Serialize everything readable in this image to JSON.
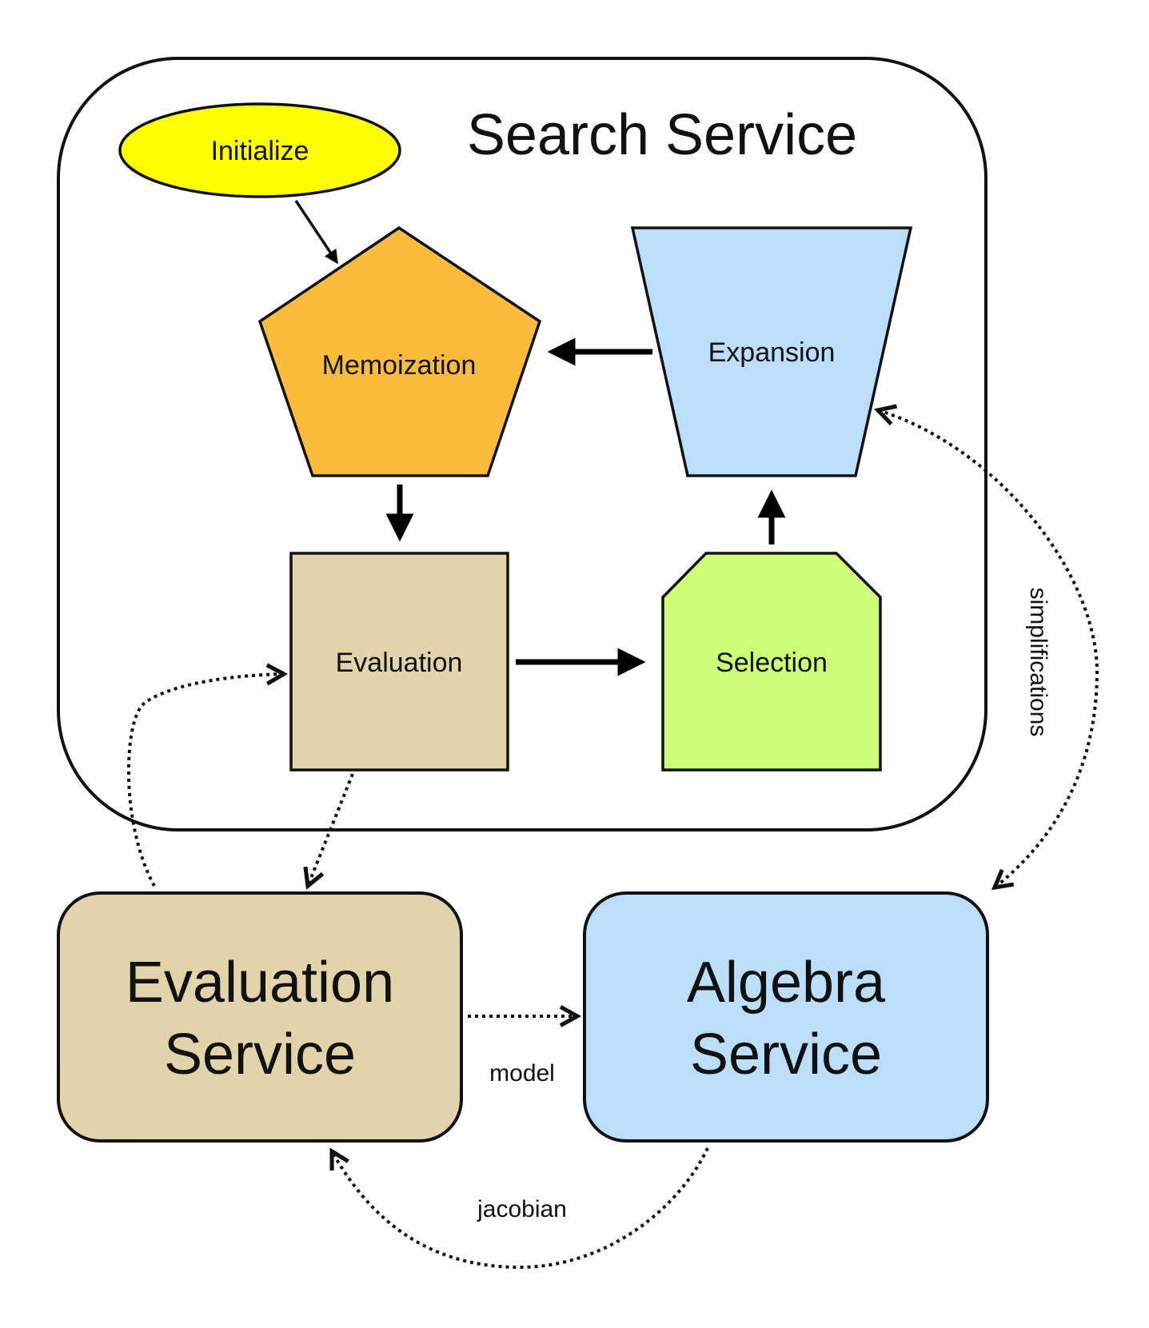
{
  "search_service": {
    "title": "Search Service",
    "initialize": {
      "label": "Initialize",
      "color": "#ffff00"
    },
    "memoization": {
      "label": "Memoization",
      "color": "#fbbc3c"
    },
    "expansion": {
      "label": "Expansion",
      "color": "#bbdefb"
    },
    "evaluation": {
      "label": "Evaluation",
      "color": "#e3d3ab"
    },
    "selection": {
      "label": "Selection",
      "color": "#ccff77"
    }
  },
  "evaluation_service": {
    "line1": "Evaluation",
    "line2": "Service",
    "color": "#e3d3ab"
  },
  "algebra_service": {
    "line1": "Algebra",
    "line2": "Service",
    "color": "#bbdefb"
  },
  "edges": {
    "model": "model",
    "jacobian": "jacobian",
    "simplifications": "simplifications"
  }
}
